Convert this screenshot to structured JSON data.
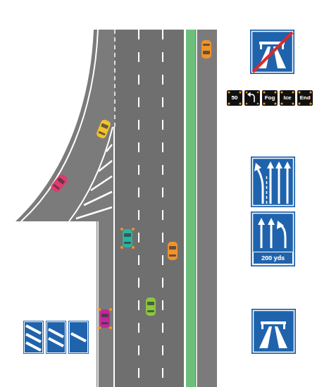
{
  "diagram": {
    "nodes": [
      {
        "text": [
          "50"
        ]
      },
      {
        "text": [
          "Fog"
        ]
      },
      {
        "text": [
          "Ice"
        ]
      },
      {
        "text": [
          "End"
        ]
      },
      {
        "text": [
          "200 yds"
        ]
      }
    ]
  }
}
